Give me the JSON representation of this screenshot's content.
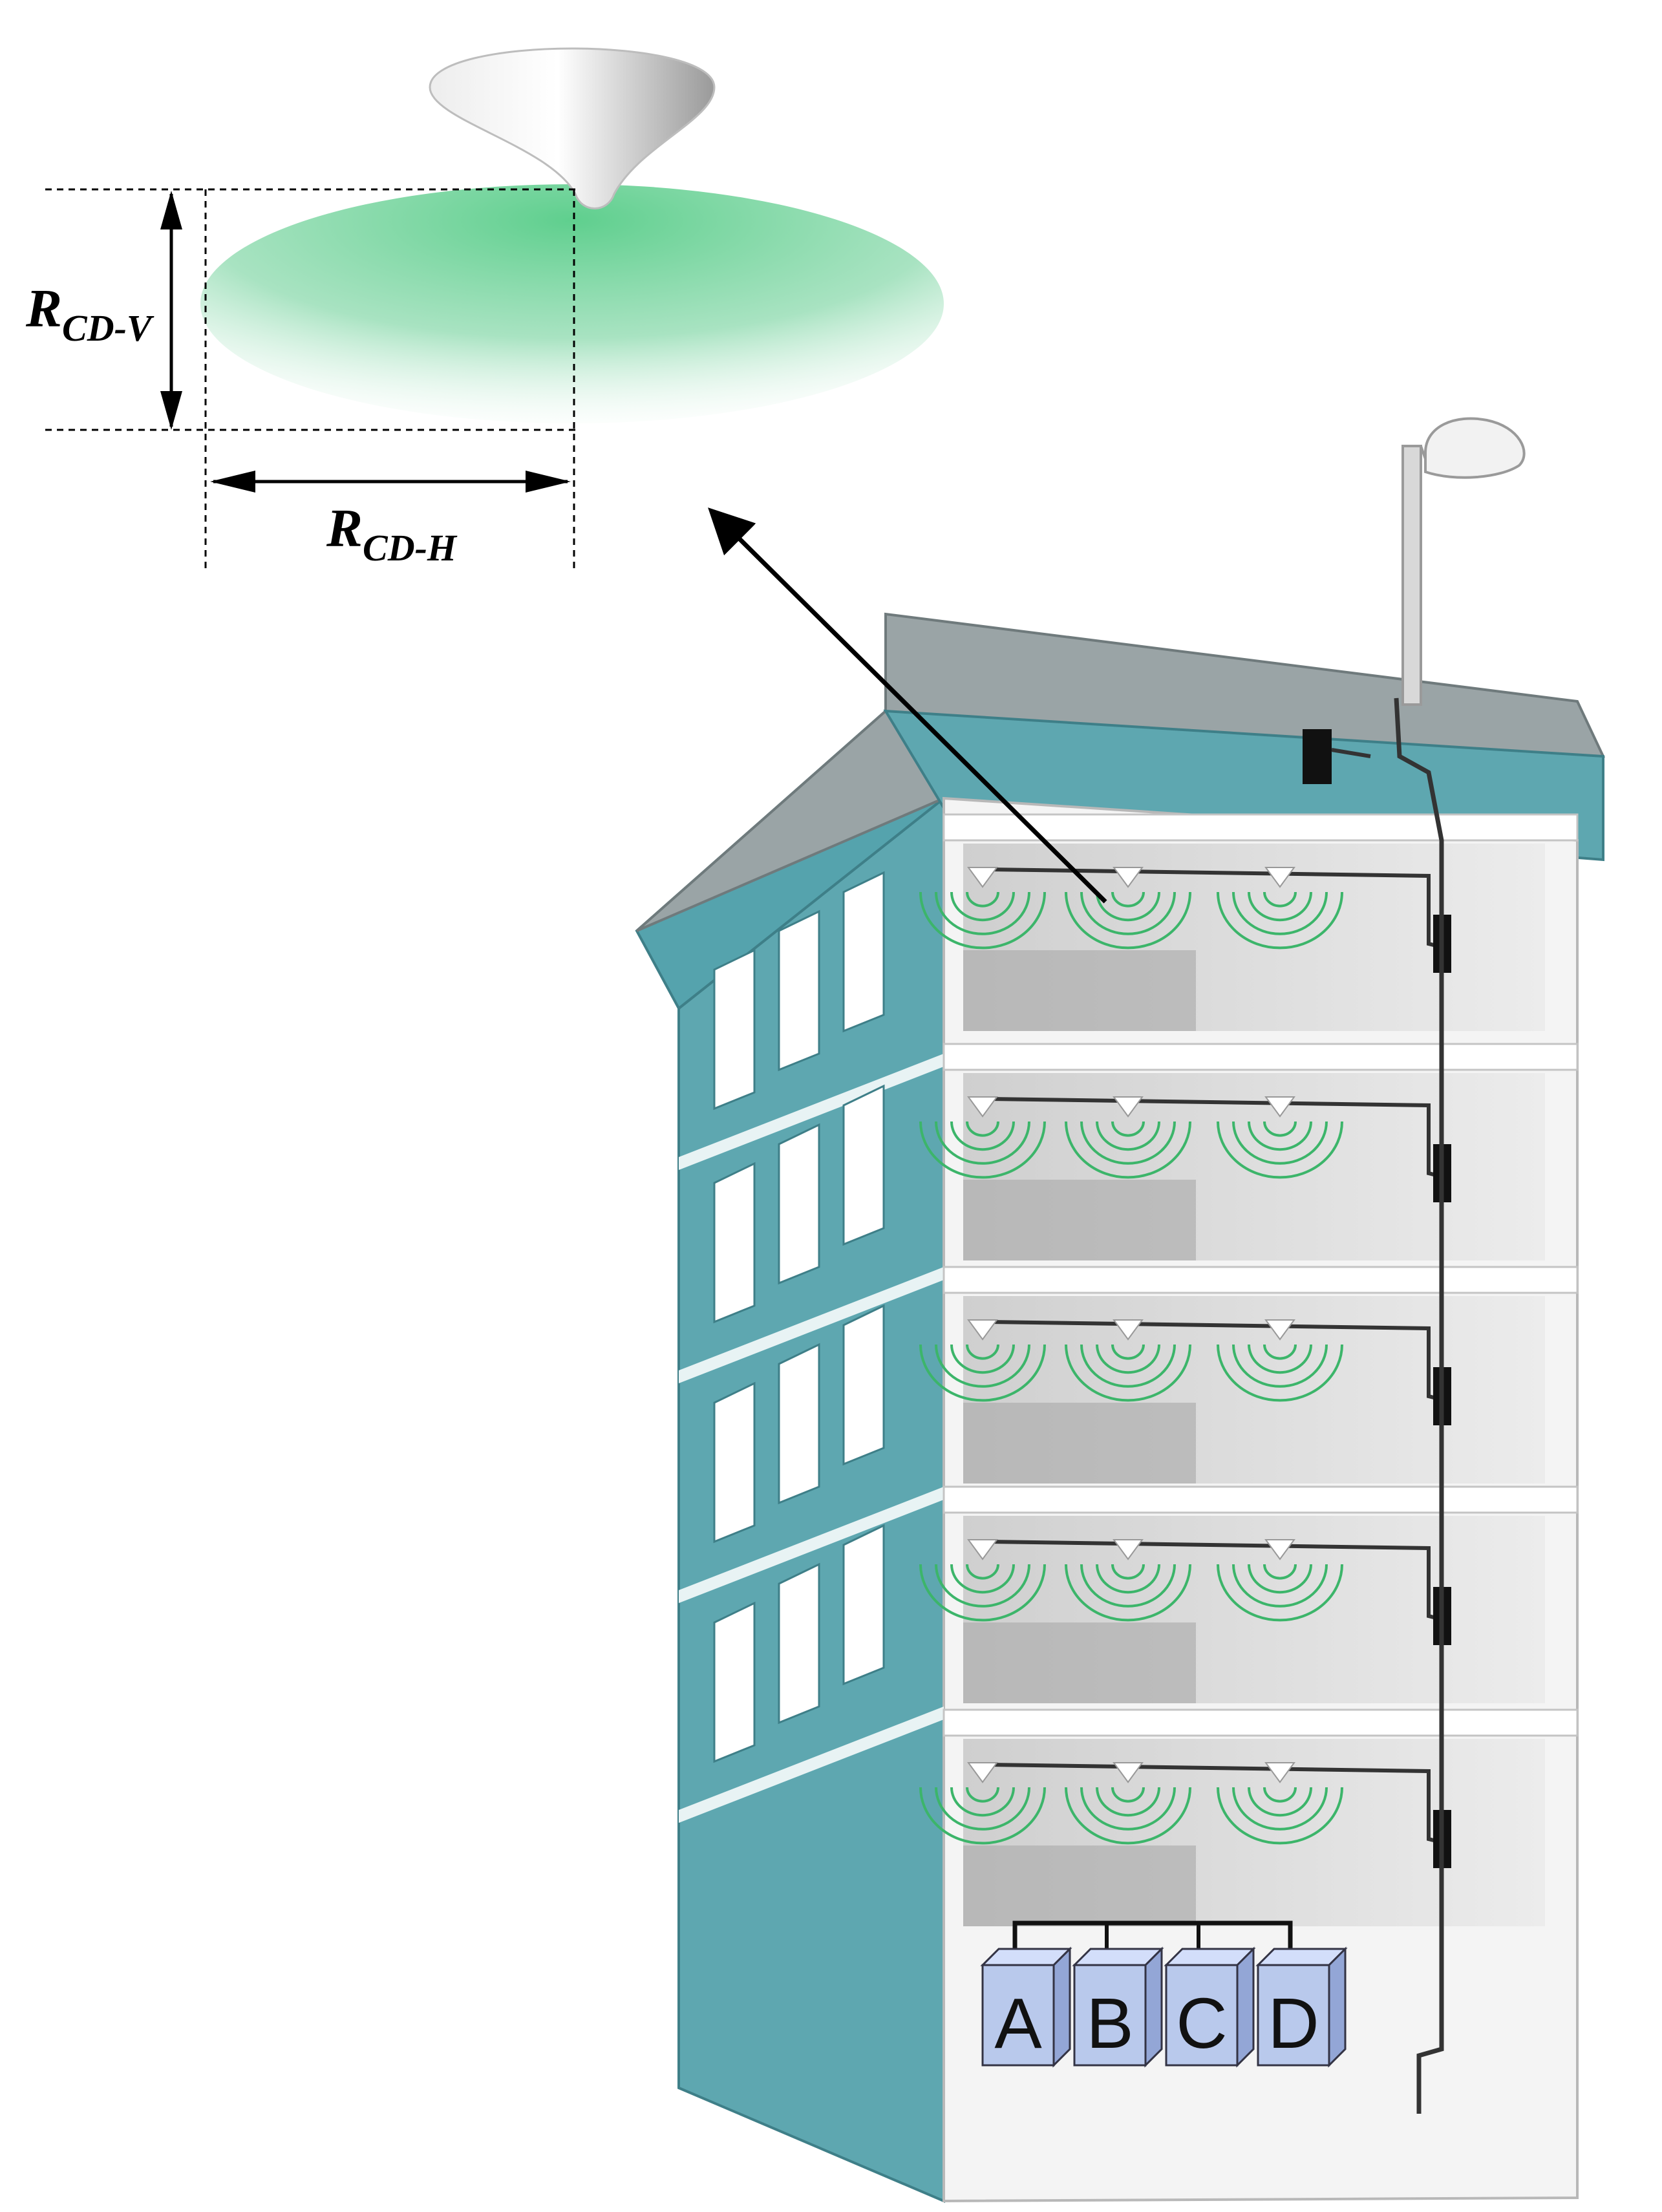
{
  "labels": {
    "vertical_range": {
      "main": "R",
      "sub": "CD-V"
    },
    "horizontal_range": {
      "main": "R",
      "sub": "CD-H"
    }
  },
  "units": [
    {
      "id": "A",
      "label": "A"
    },
    {
      "id": "B",
      "label": "B"
    },
    {
      "id": "C",
      "label": "C"
    },
    {
      "id": "D",
      "label": "D"
    }
  ],
  "building": {
    "floors": 5,
    "antennas_per_floor": 3
  },
  "colors": {
    "wall": "#5ea7b0",
    "wall_dark": "#3f8b95",
    "interior": "#d9d9d9",
    "signal": "#3cb56a",
    "coverage": "#6fd19a",
    "unit_box": "#b9c9ec"
  }
}
